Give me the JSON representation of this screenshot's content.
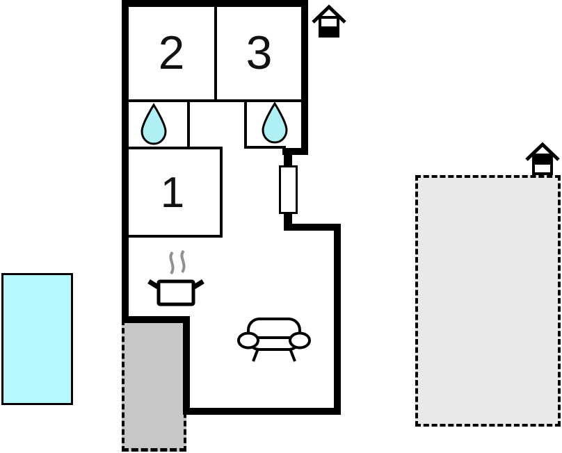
{
  "page": {
    "type": "floor-plan"
  },
  "rooms": {
    "room1": {
      "label": "1"
    },
    "room2": {
      "label": "2"
    },
    "room3": {
      "label": "3"
    }
  },
  "colors": {
    "wall": "#000000",
    "pool": "#b5f8fd",
    "water_drop": "#aff0f4",
    "terrace": "#c7c7c7",
    "ground_area": "#e9e9e9",
    "steam": "#909090",
    "icon_stroke": "#000000"
  },
  "icons": {
    "water_drop": "water-drop-icon",
    "cooking_pot": "cooking-pot-icon",
    "sofa": "sofa-icon",
    "house_lower_floor": "house-lower-floor-icon",
    "house_upper_floor": "house-upper-floor-icon"
  }
}
